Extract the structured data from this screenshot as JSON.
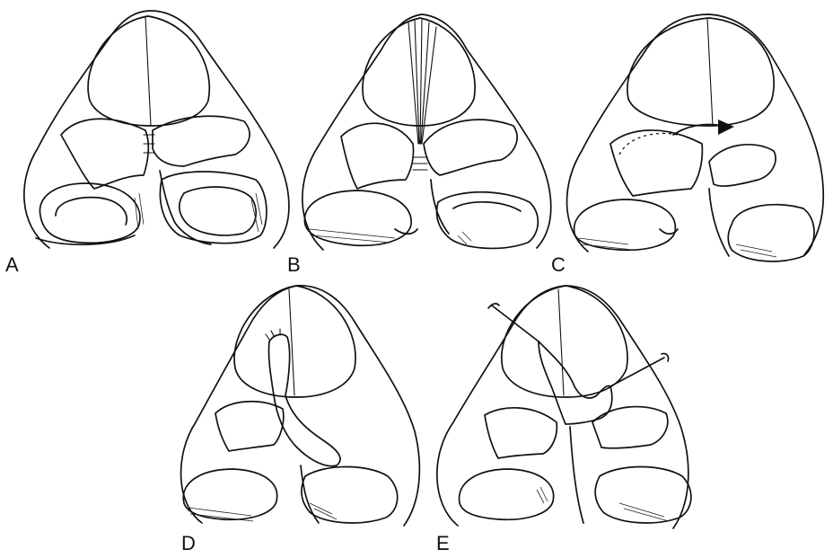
{
  "figure": {
    "panels": [
      {
        "id": "A",
        "label": "A"
      },
      {
        "id": "B",
        "label": "B"
      },
      {
        "id": "C",
        "label": "C"
      },
      {
        "id": "D",
        "label": "D"
      },
      {
        "id": "E",
        "label": "E"
      }
    ]
  },
  "colors": {
    "ink": "#111111",
    "background": "#ffffff"
  }
}
